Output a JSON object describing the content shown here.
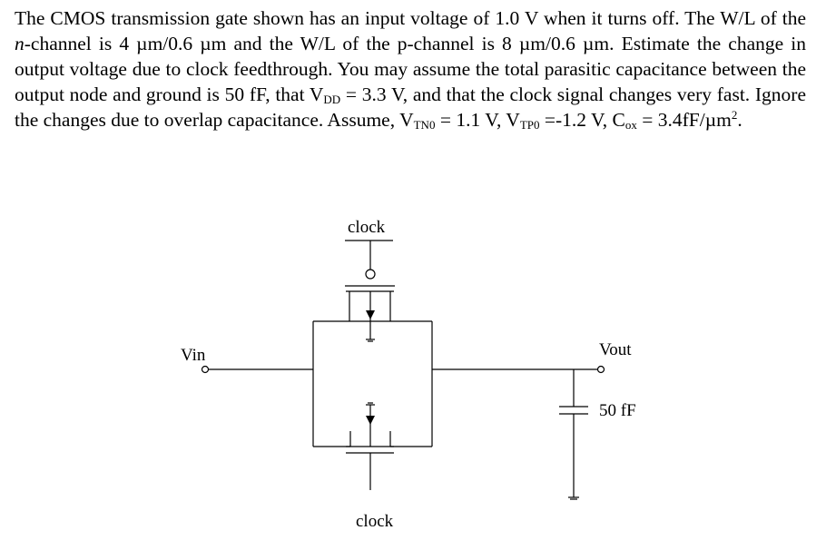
{
  "problem": {
    "text_1": "The CMOS transmission gate shown has an input voltage of 1.0 V when it turns off. The W/L of the ",
    "n_italic": "n",
    "text_2": "-channel is 4 µm/0.6 µm and the W/L of the p-channel is 8 µm/0.6 µm. Estimate the change in output voltage due to clock feedthrough. You may assume the total parasitic capacitance between the output node and ground is 50 fF, that V",
    "vdd_sub": "DD",
    "text_3": " = 3.3 V, and that the clock signal changes very fast. Ignore the changes due to overlap capacitance. Assume, V",
    "vtn0_sub": "TN0",
    "text_4": " = 1.1 V, V",
    "vtp0_sub": "TP0",
    "text_5": " =-1.2 V, C",
    "cox_sub": "ox",
    "text_6": " = 3.4fF/µm",
    "sup_2": "2",
    "text_7": "."
  },
  "circuit": {
    "clock_top": "clock",
    "clock_bottom": "clock",
    "vin": "Vin",
    "vout": "Vout",
    "cap": "50 fF"
  }
}
